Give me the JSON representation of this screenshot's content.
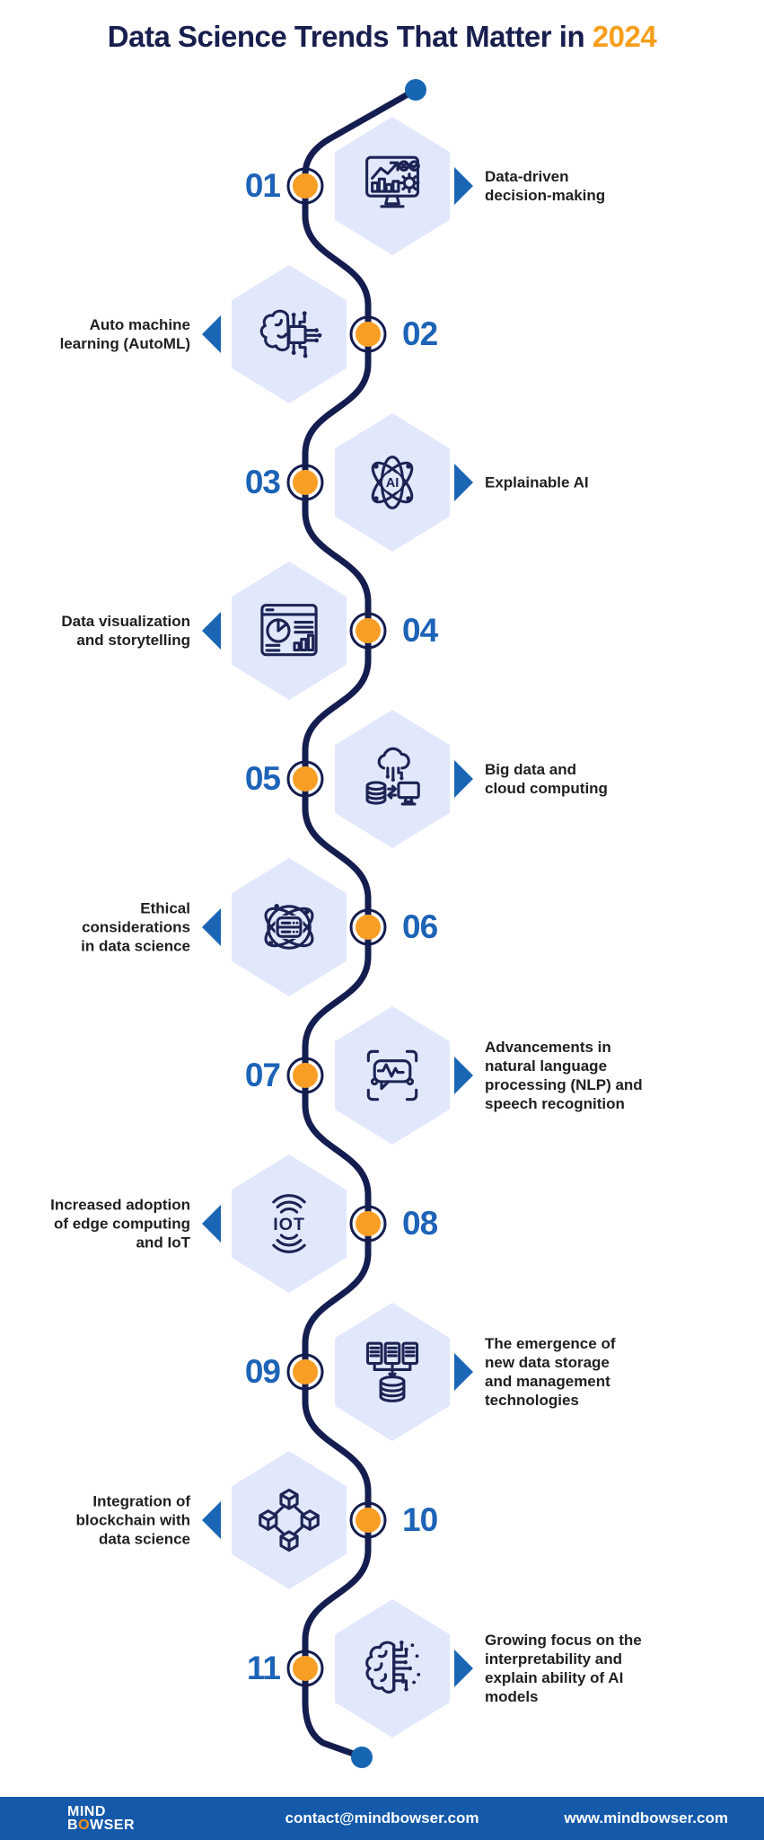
{
  "title": {
    "main": "Data Science Trends That Matter in ",
    "year": "2024"
  },
  "colors": {
    "accent_orange": "#f89e1b",
    "title_navy": "#181f4e",
    "number_blue": "#1d63b7",
    "arrow_blue": "#1b65b5",
    "hexagon_fill": "#e2e8fc",
    "line_navy": "#141d4f",
    "node_orange": "#f99e25",
    "endpoint_dot_blue": "#1766b3",
    "footer_bg": "#1459aa",
    "label_text": "#1f1f1f"
  },
  "items": [
    {
      "number": "01",
      "label": "Data-driven\ndecision-making",
      "side": "right",
      "icon": "analytics-monitor-icon"
    },
    {
      "number": "02",
      "label": "Auto machine\nlearning (AutoML)",
      "side": "left",
      "icon": "brain-chip-icon"
    },
    {
      "number": "03",
      "label": "Explainable AI",
      "side": "right",
      "icon": "ai-atom-icon"
    },
    {
      "number": "04",
      "label": "Data visualization\nand storytelling",
      "side": "left",
      "icon": "dashboard-charts-icon"
    },
    {
      "number": "05",
      "label": "Big data and\ncloud computing",
      "side": "right",
      "icon": "cloud-database-icon"
    },
    {
      "number": "06",
      "label": "Ethical\nconsiderations\nin data science",
      "side": "left",
      "icon": "atom-server-icon"
    },
    {
      "number": "07",
      "label": "Advancements in\nnatural language\nprocessing (NLP) and\nspeech recognition",
      "side": "right",
      "icon": "speech-scan-icon"
    },
    {
      "number": "08",
      "label": "Increased adoption\nof edge computing\nand IoT",
      "side": "left",
      "icon": "iot-signal-icon"
    },
    {
      "number": "09",
      "label": "The emergence of\nnew data storage\nand management\ntechnologies",
      "side": "right",
      "icon": "storage-docs-icon"
    },
    {
      "number": "10",
      "label": "Integration of\nblockchain with\ndata science",
      "side": "left",
      "icon": "blockchain-cubes-icon"
    },
    {
      "number": "11",
      "label": "Growing focus on the\ninterpretability and\nexplain ability of AI\nmodels",
      "side": "right",
      "icon": "brain-circuit-icon"
    }
  ],
  "footer": {
    "logo_line1": "MIND",
    "logo_line2_b": "B",
    "logo_line2_o": "O",
    "logo_line2_rest": "WSER",
    "email": "contact@mindbowser.com",
    "website": "www.mindbowser.com"
  }
}
